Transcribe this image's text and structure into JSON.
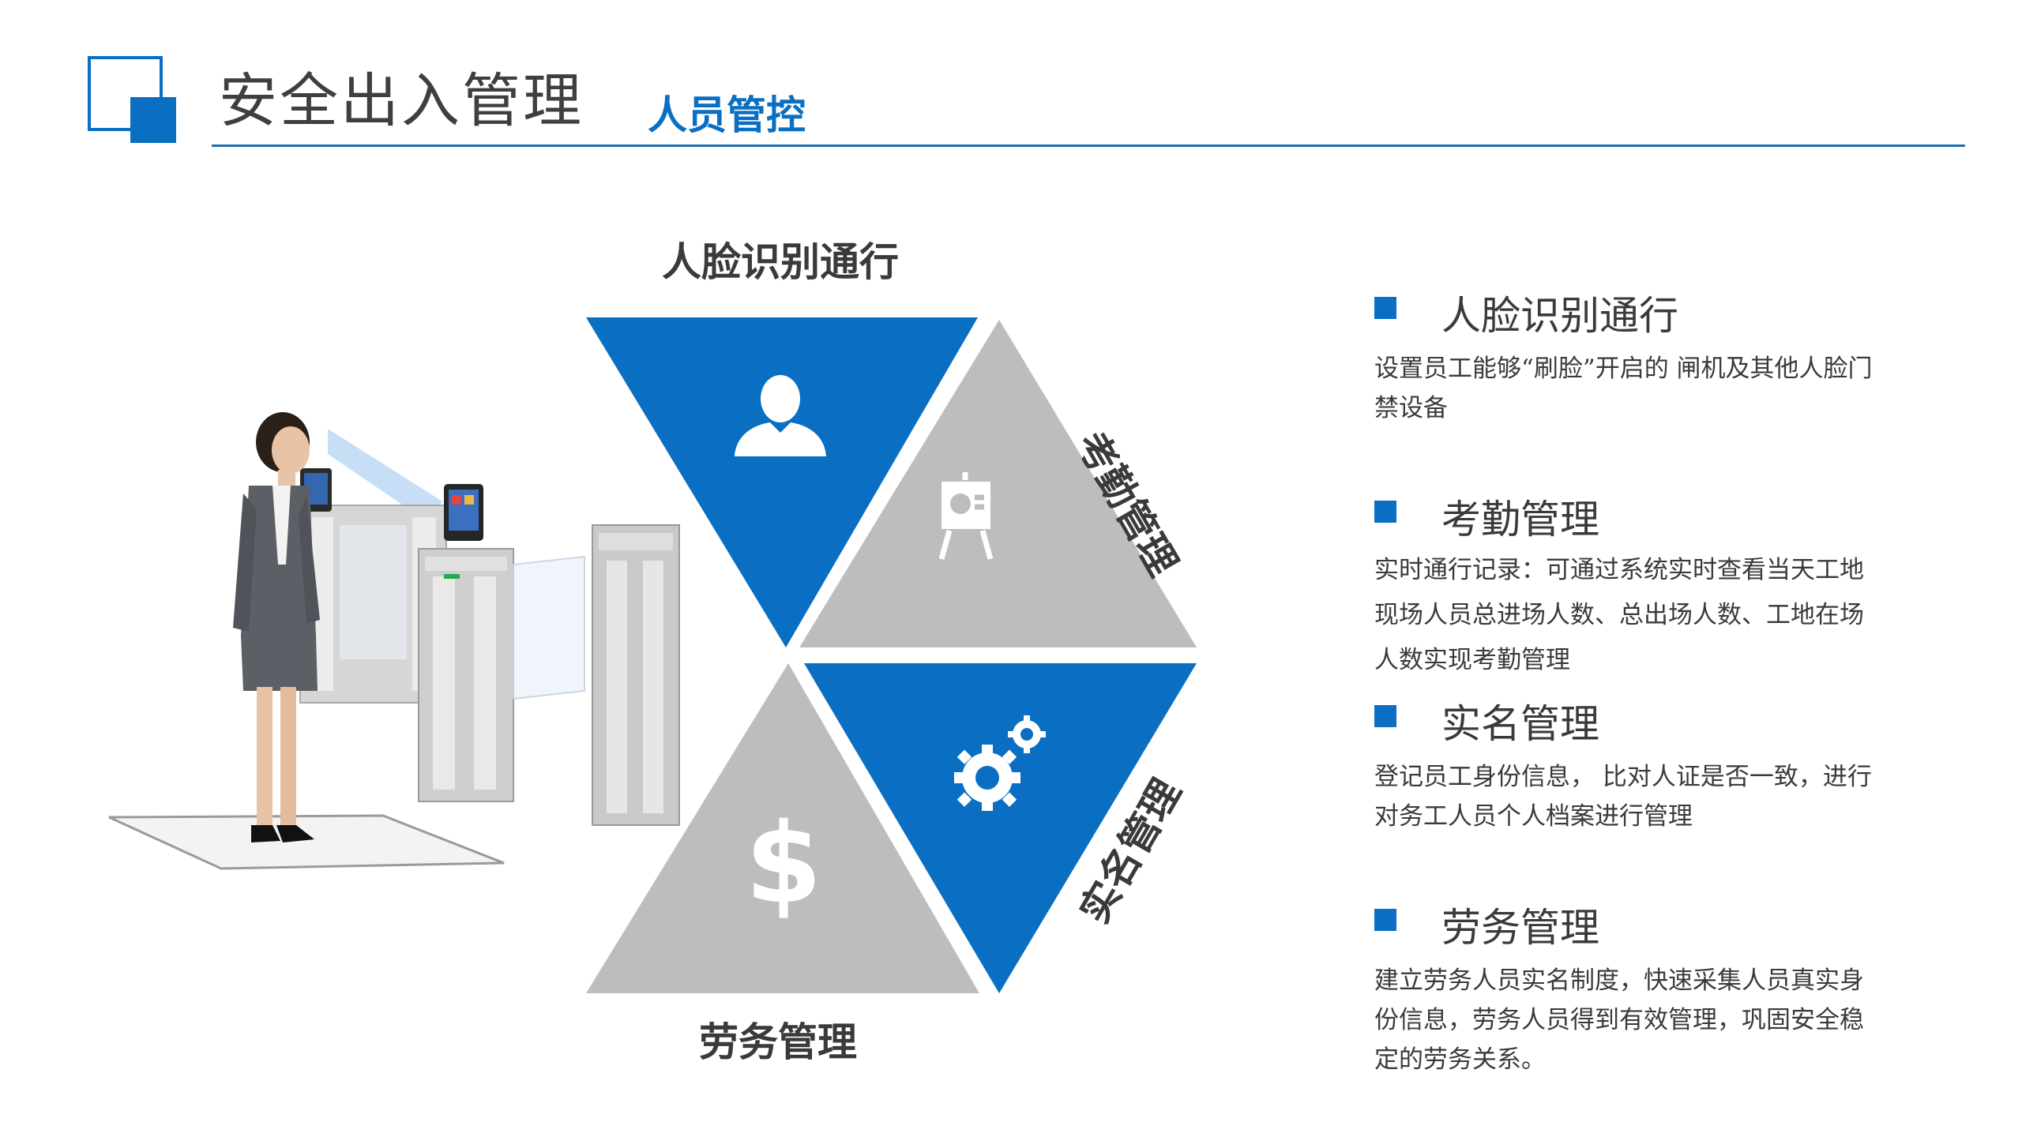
{
  "header": {
    "title": "安全出入管理",
    "subtitle": "人员管控",
    "accent_color": "#0a6fc2"
  },
  "diagram": {
    "labels": {
      "top": "人脸识别通行",
      "right_upper": "考勤管理",
      "right_lower": "实名管理",
      "bottom": "劳务管理"
    },
    "icons": [
      "user-icon",
      "presentation-board-icon",
      "gears-icon",
      "dollar-icon"
    ],
    "colors": {
      "blue": "#0a6fc2",
      "gray": "#bdbdbd"
    }
  },
  "items": [
    {
      "title": "人脸识别通行",
      "body": "设置员工能够“刷脸”开启的 闸机及其他人脸门禁设备"
    },
    {
      "title": "考勤管理",
      "body": "实时通行记录：可通过系统实时查看当天工地现场人员总进场人数、总出场人数、工地在场人数实现考勤管理"
    },
    {
      "title": "实名管理",
      "body": "登记员工身份信息， 比对人证是否一致，进行对务工人员个人档案进行管理"
    },
    {
      "title": "劳务管理",
      "body": " 建立劳务人员实名制度，快速采集人员真实身份信息，劳务人员得到有效管理，巩固安全稳定的劳务关系。"
    }
  ]
}
